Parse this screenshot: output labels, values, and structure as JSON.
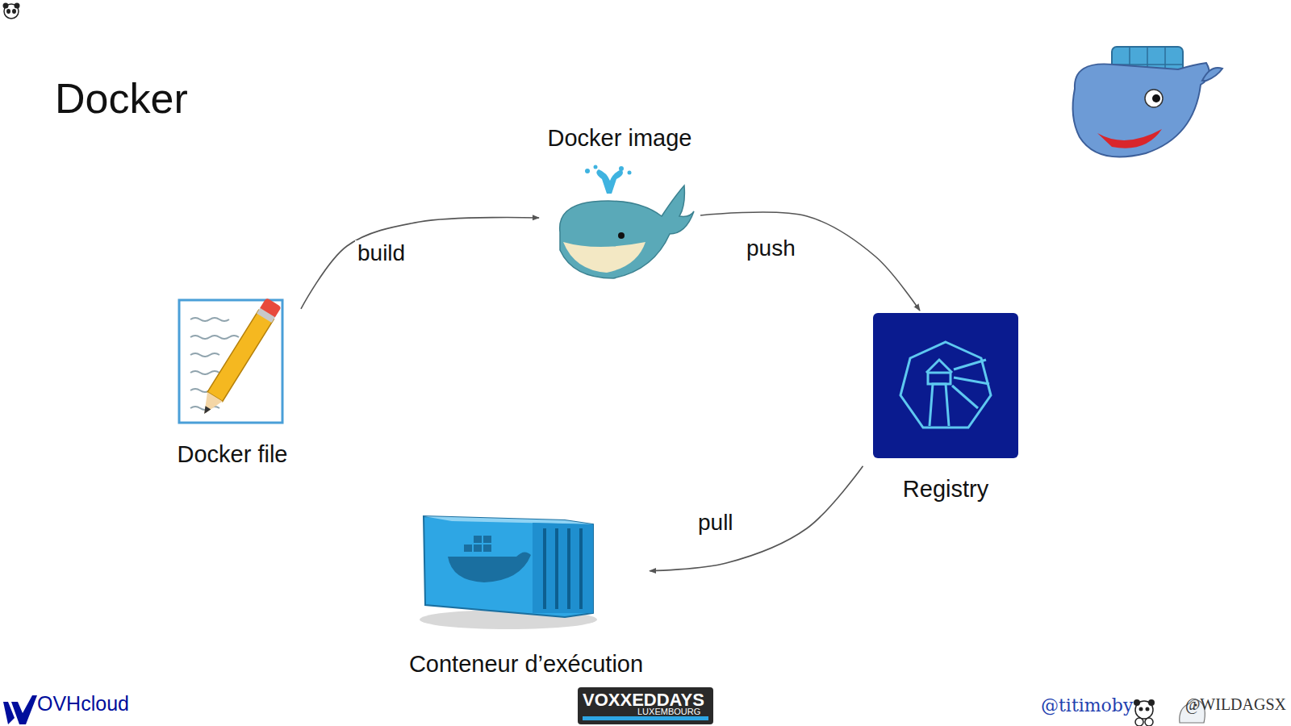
{
  "diagram": {
    "title": "Docker",
    "nodes": [
      {
        "text": [
          "Docker file"
        ]
      },
      {
        "text": [
          "Docker image"
        ]
      },
      {
        "text": [
          "Registry"
        ]
      },
      {
        "text": [
          "Conteneur d’exécution"
        ]
      }
    ],
    "edges": [
      {
        "from": 0,
        "to": 1,
        "label": "build",
        "arrow": "to"
      },
      {
        "from": 1,
        "to": 2,
        "label": "push",
        "arrow": "to"
      },
      {
        "from": 2,
        "to": 3,
        "label": "pull",
        "arrow": "to"
      }
    ],
    "labels": [
      "OVHcloud",
      "VOXXEDDAYS",
      "LUXEMBOURG",
      "@titimoby",
      "@WILDAGSX"
    ]
  }
}
